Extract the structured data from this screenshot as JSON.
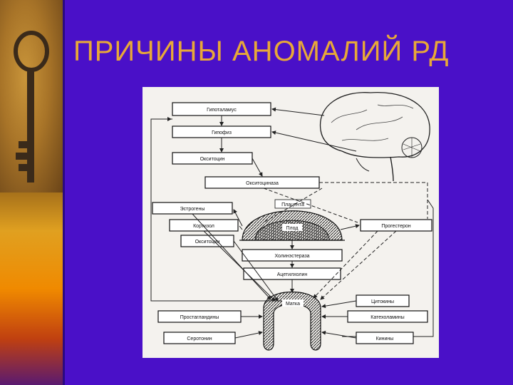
{
  "slide": {
    "title": "ПРИЧИНЫ АНОМАЛИЙ РД",
    "title_color": "#e8a838",
    "background_color": "#4a10c8"
  },
  "left_band": {
    "image": "old-key-icon"
  },
  "diagram": {
    "boxes": {
      "hypothalamus": "Гипоталамус",
      "hypophysis": "Гипофиз",
      "oxytocin_top": "Окситоцин",
      "oxytocinase": "Окситоциназа",
      "estrogens": "Эстрогены",
      "cortisol": "Кортизол",
      "oxytocin_mid": "Окситоцин",
      "placenta": "Плацента",
      "fetus": "Плод",
      "progesterone": "Прогестерон",
      "cholinesterase": "Холинэстераза",
      "acetylcholine": "Ацетилхолин",
      "cytokines": "Цитокины",
      "uterus": "Матка",
      "prostaglandins": "Простагландины",
      "catecholamines": "Катехоламины",
      "serotonin": "Серотонин",
      "kinins": "Кинины"
    }
  }
}
